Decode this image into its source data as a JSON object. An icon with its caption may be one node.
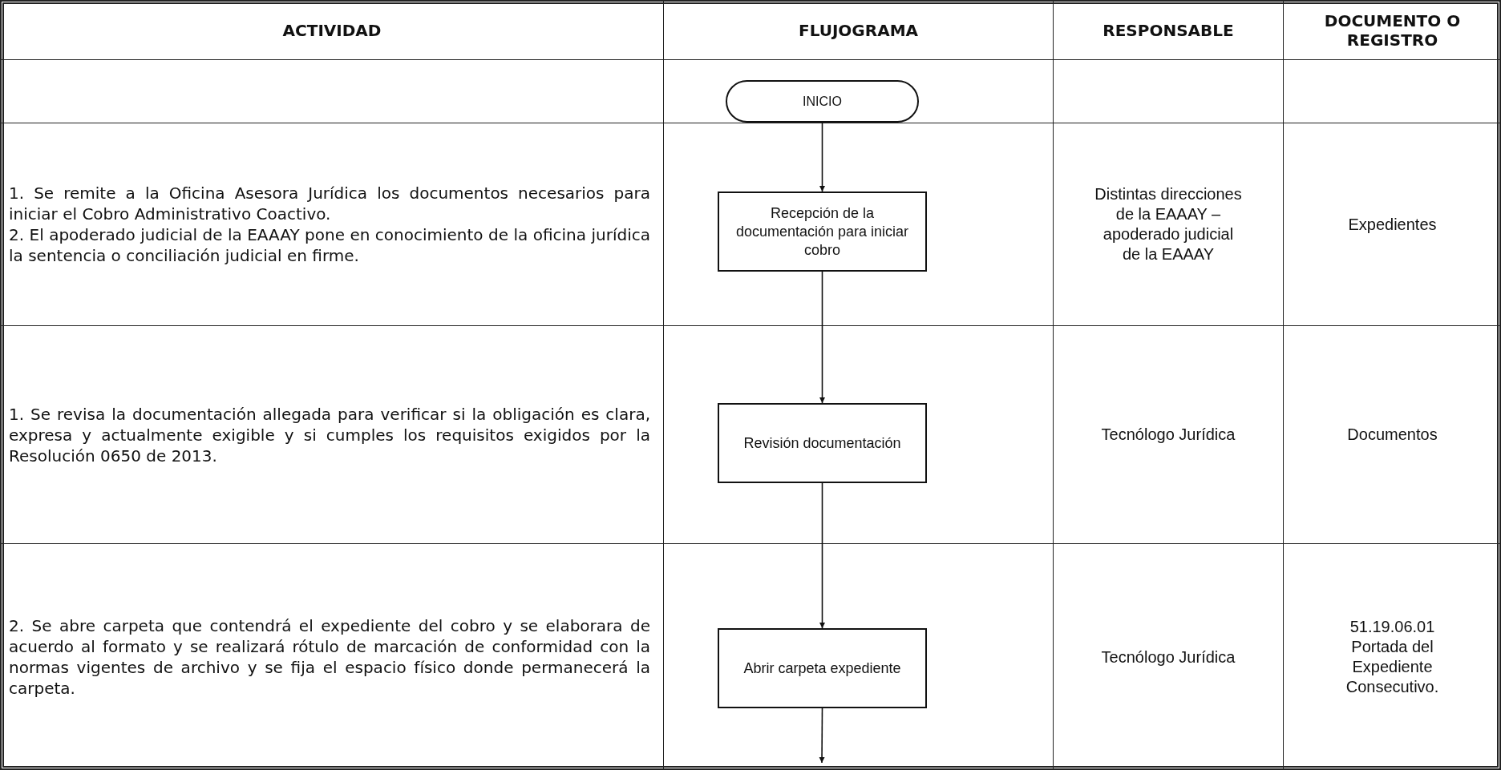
{
  "diagram": {
    "nodes": [
      {
        "text": [
          "INICIO"
        ]
      },
      {
        "text": [
          "Recepción de la documentación para iniciar cobro"
        ]
      },
      {
        "text": [
          "Revisión documentación"
        ]
      },
      {
        "text": [
          "Abrir carpeta expediente"
        ]
      }
    ],
    "edges": [
      {
        "from": 0,
        "to": 1,
        "arrow": "to"
      },
      {
        "from": 1,
        "to": 2,
        "arrow": "to"
      },
      {
        "from": 2,
        "to": 3,
        "arrow": "to"
      },
      {
        "from": 3,
        "to": null,
        "arrow": "to"
      }
    ],
    "labels": [
      "ACTIVIDAD",
      "FLUJOGRAMA",
      "RESPONSABLE",
      "DOCUMENTO O REGISTRO",
      "1. Se remite a la Oficina Asesora Jurídica los documentos necesarios para iniciar el Cobro Administrativo Coactivo.",
      "2. El apoderado judicial de la EAAAY pone en conocimiento de la oficina jurídica la sentencia o conciliación judicial en firme.",
      "Distintas direcciones de la EAAAY – apoderado judicial de la EAAAY",
      "Expedientes",
      "1. Se revisa la documentación allegada para verificar si la obligación es clara, expresa y actualmente exigible y si cumples los requisitos exigidos por la Resolución 0650 de 2013.",
      "Tecnólogo Jurídica",
      "Documentos",
      "2. Se abre carpeta que contendrá el expediente del cobro y se elaborara de acuerdo al formato y se realizará rótulo de marcación de conformidad con la normas vigentes de archivo y se fija el espacio físico donde permanecerá la carpeta.",
      "Tecnólogo Jurídica",
      "51.19.06.01 Portada del Expediente Consecutivo."
    ]
  }
}
